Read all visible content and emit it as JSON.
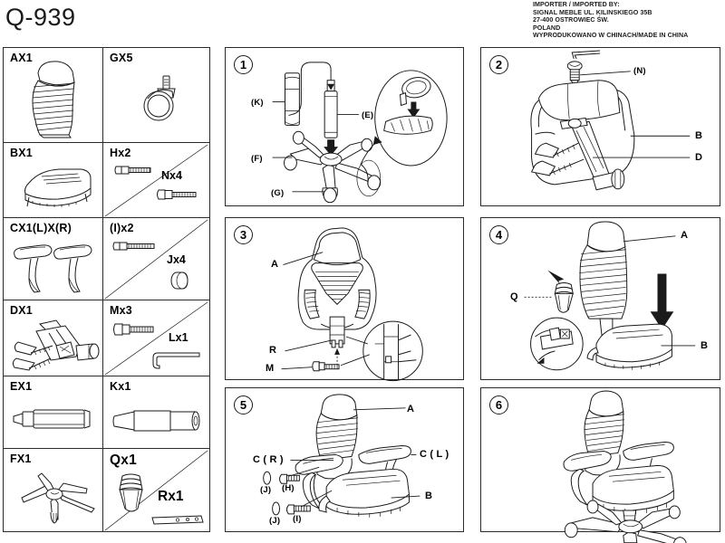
{
  "document": {
    "title": "Q-939",
    "importer": [
      "IMPORTER / IMPORTED BY:",
      "SIGNAL MEBLE UL. KILINSKIEGO 35B",
      "27-400 OSTROWIEC ŚW.",
      "POLAND",
      "WYPRODUKOWANO W CHINACH/MADE IN CHINA"
    ],
    "line_color": "#1a1a1a",
    "background": "#ffffff"
  },
  "parts": {
    "rows": [
      {
        "left": {
          "label": "AX1",
          "art": "backrest"
        },
        "right": {
          "label": "GX5",
          "art": "caster"
        }
      },
      {
        "left": {
          "label": "BX1",
          "art": "seat"
        },
        "right": {
          "label": "Hx2",
          "art": "bolt-short",
          "split": true,
          "label2": "Nx4",
          "art2": "bolt-short"
        }
      },
      {
        "left": {
          "label": "CX1(L)X(R)",
          "art": "armrest-pair"
        },
        "right": {
          "label": "(I)x2",
          "art": "bolt-long",
          "split": true,
          "label2": "Jx4",
          "art2": "washer"
        }
      },
      {
        "left": {
          "label": "DX1",
          "art": "mechanism"
        },
        "right": {
          "label": "Mx3",
          "art": "bolt-med",
          "split": true,
          "label2": "Lx1",
          "art2": "allen-key"
        }
      },
      {
        "left": {
          "label": "EX1",
          "art": "gas-lift"
        },
        "right": {
          "label": "Kx1",
          "art": "cover-tube"
        }
      },
      {
        "left": {
          "label": "FX1",
          "art": "base-star"
        },
        "right": {
          "label": "Qx1",
          "art": "cone-cap",
          "split": true,
          "label2": "Rx1",
          "art2": "bracket-bar",
          "big": true
        }
      }
    ]
  },
  "steps": [
    {
      "number": "1",
      "callouts": [
        "(K)",
        "(E)",
        "(F)",
        "(G)"
      ]
    },
    {
      "number": "2",
      "callouts": [
        "(N)",
        "B",
        "D"
      ]
    },
    {
      "number": "3",
      "callouts": [
        "A",
        "R",
        "M"
      ]
    },
    {
      "number": "4",
      "callouts": [
        "A",
        "Q",
        "B"
      ]
    },
    {
      "number": "5",
      "callouts": [
        "A",
        "C ( R )",
        "C ( L )",
        "B",
        "(J)",
        "(H)",
        "(J)",
        "(I)"
      ]
    },
    {
      "number": "6",
      "callouts": []
    }
  ]
}
